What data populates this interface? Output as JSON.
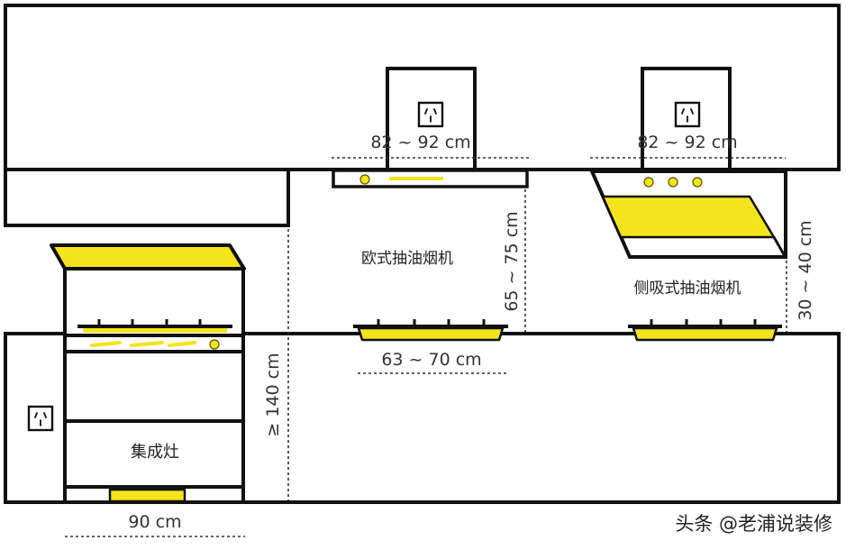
{
  "diagram": {
    "euro_hood": {
      "name": "欧式抽油烟机",
      "width_label": "82 ~ 92 cm",
      "height_label": "65 ~ 75 cm",
      "stove_width_label": "63 ~ 70 cm"
    },
    "side_hood": {
      "name": "侧吸式抽油烟机",
      "width_label": "82 ~ 92 cm",
      "height_label": "30 ~ 40 cm"
    },
    "integrated_stove": {
      "name": "集成灶",
      "height_label": "≥ 140 cm",
      "width_label": "90 cm"
    }
  },
  "watermark": "头条 @老浦说装修",
  "icons": {
    "outlet": "power-outlet-icon"
  },
  "colors": {
    "highlight_yellow": "#f4e41c",
    "outline": "#111111",
    "label_text": "#333333"
  }
}
